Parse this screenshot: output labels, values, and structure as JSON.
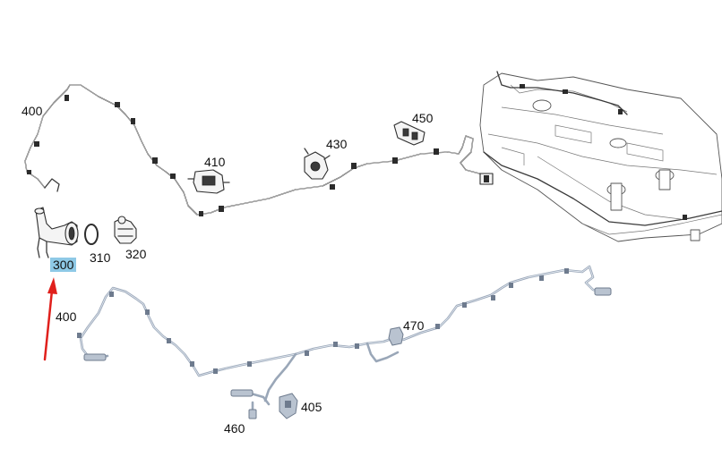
{
  "callouts": {
    "c300": "300",
    "c310": "310",
    "c320": "320",
    "c400_top": "400",
    "c400_bottom": "400",
    "c405": "405",
    "c410": "410",
    "c430": "430",
    "c450": "450",
    "c460": "460",
    "c470": "470"
  },
  "colors": {
    "highlight": "#8ec9e6",
    "arrow": "#e0201c",
    "blue_part": "#9aa7b8"
  }
}
